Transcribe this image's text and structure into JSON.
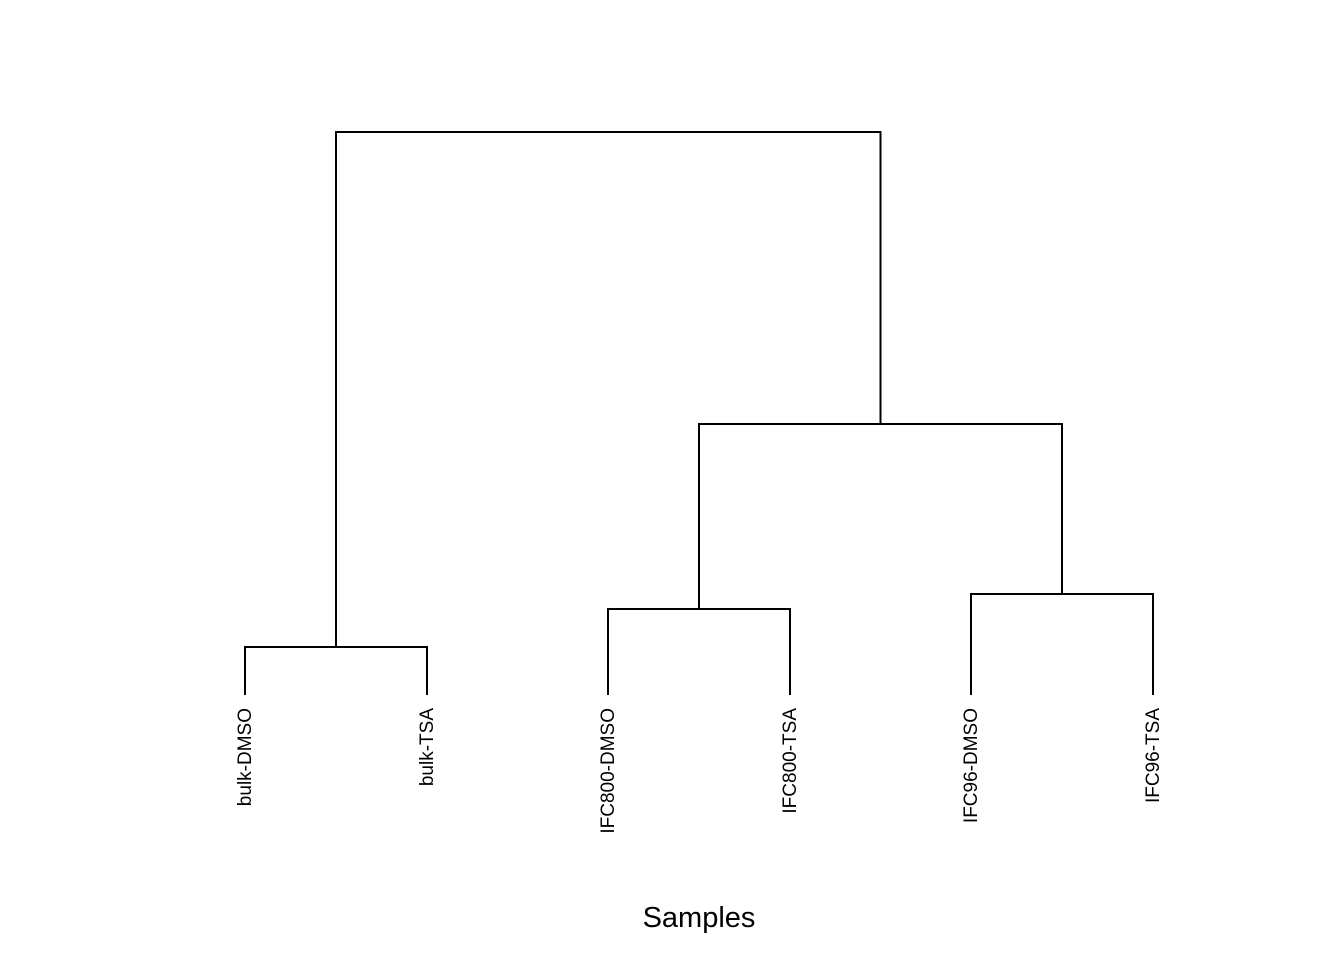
{
  "dendrogram": {
    "leaves": [
      "bulk-DMSO",
      "bulk-TSA",
      "IFC800-DMSO",
      "IFC800-TSA",
      "IFC96-DMSO",
      "IFC96-TSA"
    ],
    "merges": [
      {
        "children": [
          "bulk-DMSO",
          "bulk-TSA"
        ]
      },
      {
        "children": [
          "IFC800-DMSO",
          "IFC800-TSA"
        ]
      },
      {
        "children": [
          "IFC96-DMSO",
          "IFC96-TSA"
        ]
      },
      {
        "children": [
          "IFC800 pair",
          "IFC96 pair"
        ]
      },
      {
        "children": [
          "bulk pair",
          "IFC pairs"
        ]
      }
    ],
    "xlabel": "Samples",
    "line_color": "#000000",
    "background": "#ffffff"
  }
}
